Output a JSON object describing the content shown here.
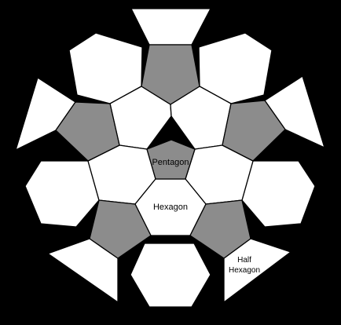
{
  "diagram": {
    "background_color": "#000000",
    "fill_colors": {
      "hexagon": "#ffffff",
      "pentagon": "#8c8c8c",
      "half_hexagon": "#ffffff"
    },
    "labels": {
      "pentagon": "Pentagon",
      "hexagon": "Hexagon",
      "half_hexagon_line1": "Half",
      "half_hexagon_line2": "Hexagon"
    }
  }
}
